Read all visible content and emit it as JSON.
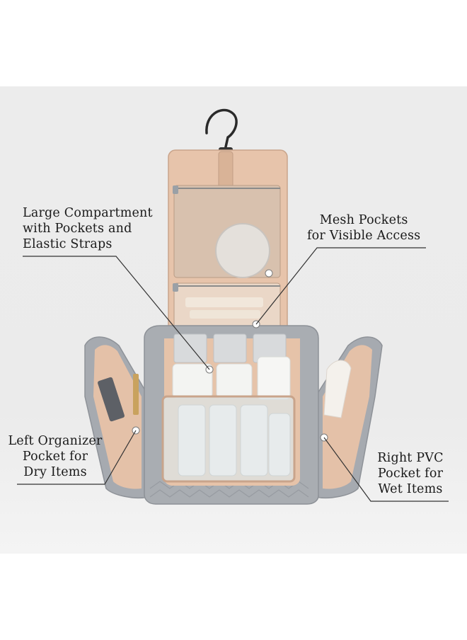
{
  "callouts": {
    "large_compartment": {
      "line1": "Large Compartment",
      "line2": "with Pockets and",
      "line3": "Elastic Straps"
    },
    "mesh_pockets": {
      "line1": "Mesh Pockets",
      "line2": "for Visible Access"
    },
    "left_pocket": {
      "line1": "Left Organizer",
      "line2": "Pocket for",
      "line3": "Dry Items"
    },
    "right_pocket": {
      "line1": "Right PVC",
      "line2": "Pocket for",
      "line3": "Wet Items"
    }
  },
  "colors": {
    "bag_grey": "#a9adb2",
    "lining_tan": "#e3bfa5",
    "background": "#ececec",
    "text": "#1a1a1a"
  }
}
